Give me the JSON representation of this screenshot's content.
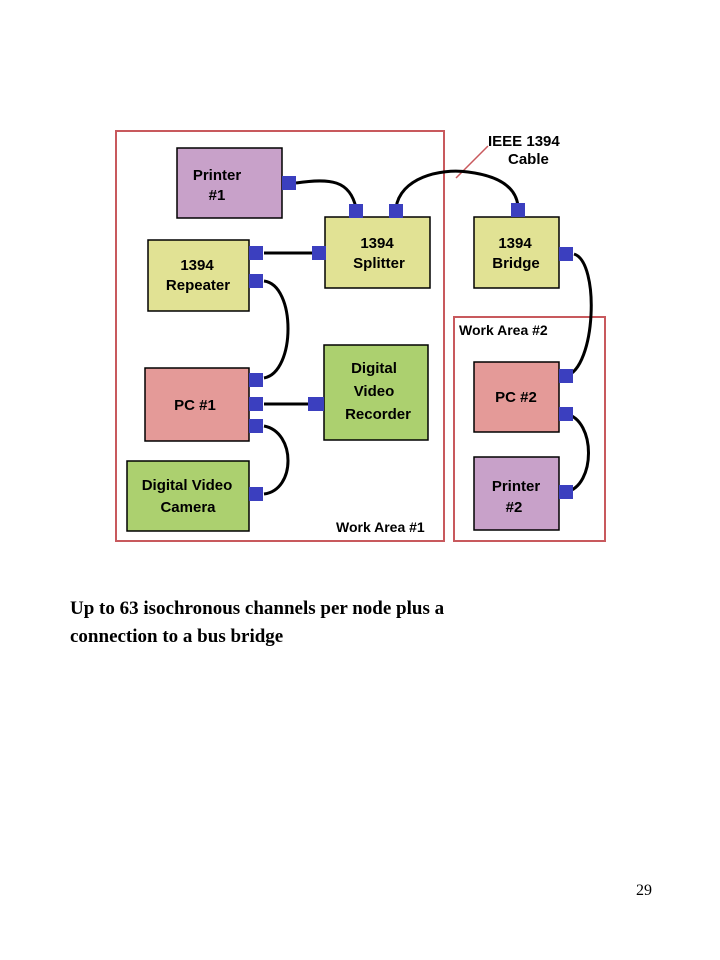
{
  "diagram": {
    "areas": {
      "area1": "Work Area #1",
      "area2": "Work Area #2"
    },
    "cable_label": [
      "IEEE 1394",
      "Cable"
    ],
    "devices": {
      "printer1": [
        "Printer",
        "#1"
      ],
      "splitter": [
        "1394",
        "Splitter"
      ],
      "repeater": [
        "1394",
        "Repeater"
      ],
      "bridge": [
        "1394",
        "Bridge"
      ],
      "pc1": [
        "PC #1"
      ],
      "recorder": [
        "Digital",
        "Video",
        "Recorder"
      ],
      "camera": [
        "Digital Video",
        "Camera"
      ],
      "pc2": [
        "PC #2"
      ],
      "printer2": [
        "Printer",
        "#2"
      ]
    },
    "colors": {
      "area_border": "#c8595d",
      "printer": "#c8a1c9",
      "network": "#e1e294",
      "pc": "#e49a98",
      "video": "#acd06f",
      "port": "#3b3fbf",
      "cable": "#000000"
    }
  },
  "caption": {
    "line1": "Up to 63 isochronous channels per node plus a",
    "line2": "connection to a bus bridge"
  },
  "page_number": "29"
}
